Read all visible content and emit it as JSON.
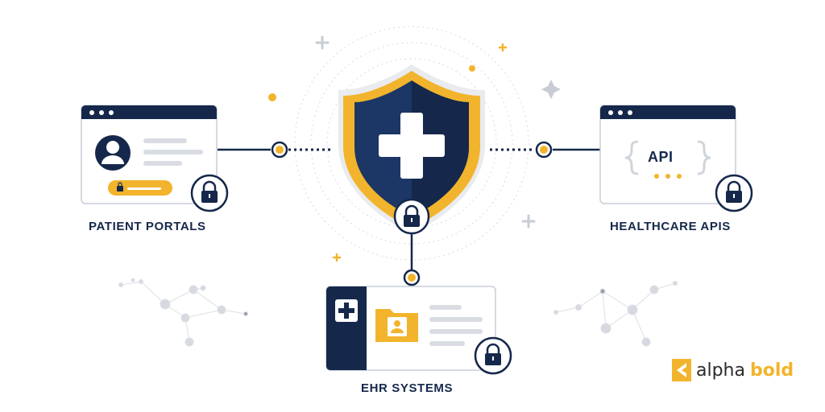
{
  "labels": {
    "patient_portals": "PATIENT PORTALS",
    "healthcare_apis": "HEALTHCARE APIS",
    "ehr_systems": "EHR SYSTEMS"
  },
  "api_card": {
    "text": "API"
  },
  "brand": {
    "part1": "alpha",
    "part2": "bold"
  },
  "colors": {
    "navy": "#15284b",
    "gold": "#f2b42c",
    "light_gray": "#d9dce2",
    "card_border": "#c9ced8"
  },
  "icons": [
    "shield-icon",
    "medical-cross-icon",
    "lock-icon",
    "user-avatar-icon",
    "folder-icon",
    "brand-logo-icon"
  ]
}
